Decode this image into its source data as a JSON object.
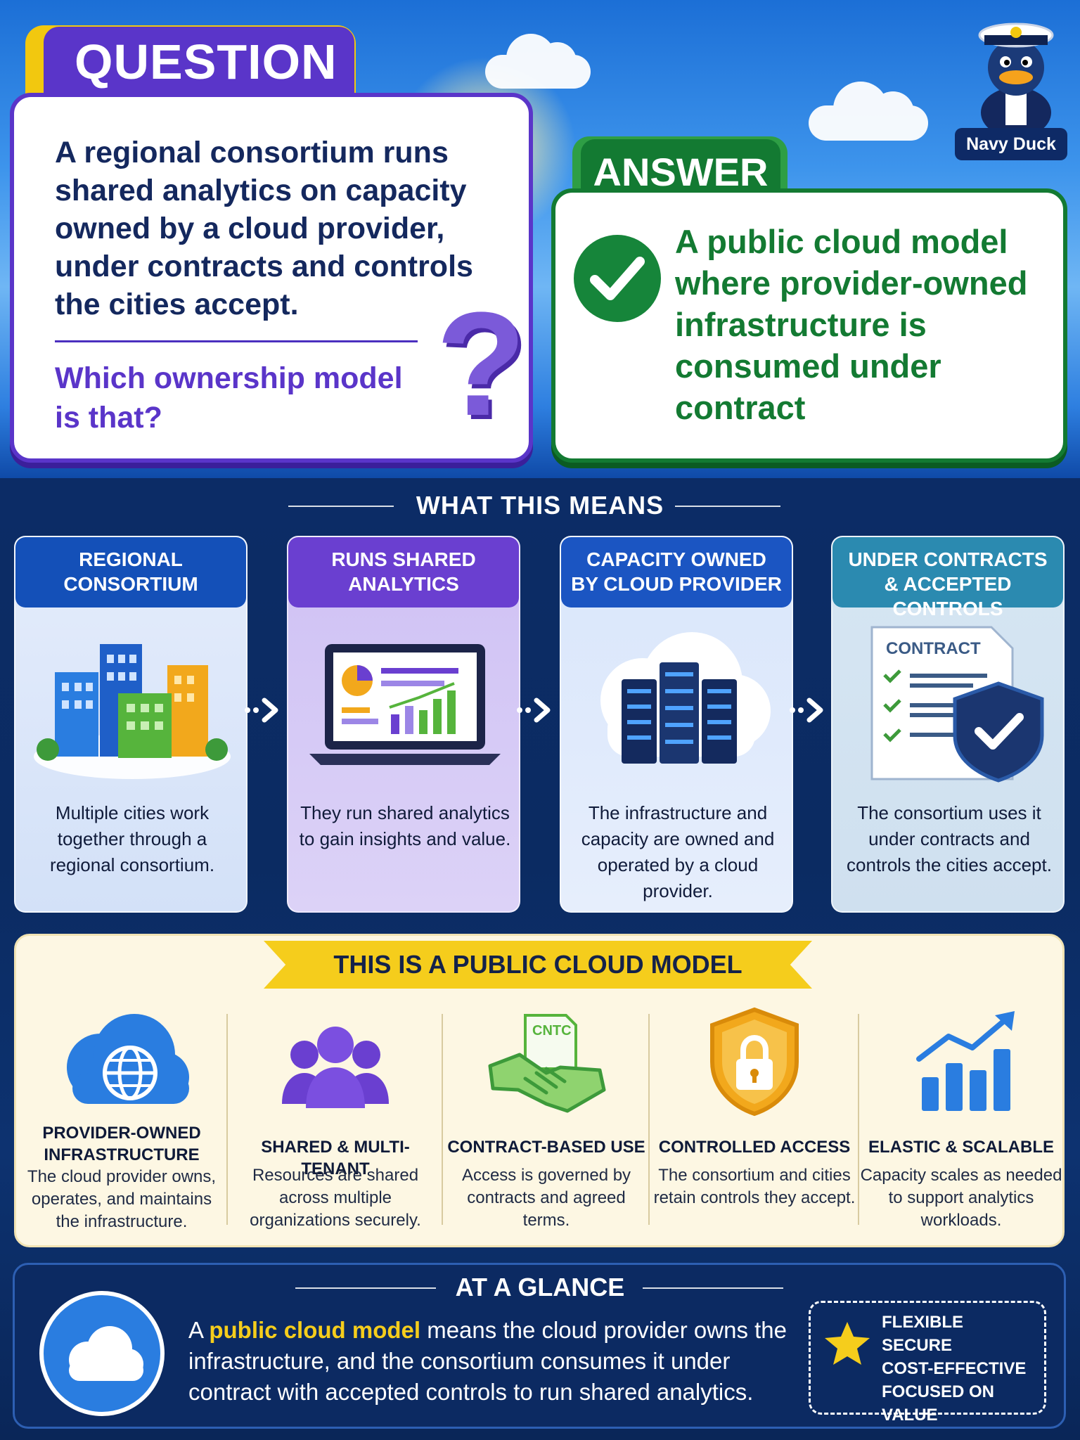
{
  "question": {
    "tab_label": "QUESTION",
    "text": "A regional consortium runs shared analytics on capacity owned by a cloud provider, under contracts and controls the cities accept.",
    "sub": "Which ownership model is that?",
    "mark": "?"
  },
  "answer": {
    "tab_label": "ANSWER",
    "text": "A public cloud model where provider-owned infrastructure is consumed under contract"
  },
  "mascot": {
    "label": "Navy Duck"
  },
  "what_this_means": {
    "title": "WHAT THIS MEANS",
    "steps": [
      {
        "title_1": "REGIONAL",
        "title_2": "CONSORTIUM",
        "desc": "Multiple cities work together through a regional consortium."
      },
      {
        "title_1": "RUNS SHARED",
        "title_2": "ANALYTICS",
        "desc": "They run shared analytics to gain insights and value."
      },
      {
        "title_1": "CAPACITY OWNED",
        "title_2": "BY CLOUD PROVIDER",
        "desc": "The infrastructure and capacity are owned and operated by a cloud provider."
      },
      {
        "title_1": "UNDER CONTRACTS",
        "title_2": "& ACCEPTED CONTROLS",
        "desc": "The consortium uses it under contracts and controls the cities accept.",
        "doc_label": "CONTRACT"
      }
    ]
  },
  "public_cloud": {
    "banner": "THIS IS A PUBLIC CLOUD MODEL",
    "features": [
      {
        "title_1": "PROVIDER-OWNED",
        "title_2": "INFRASTRUCTURE",
        "desc": "The cloud provider owns, operates, and maintains the infrastructure.",
        "icon": "globe-cloud-icon"
      },
      {
        "title_1": "SHARED & MULTI-TENANT",
        "title_2": "",
        "desc": "Resources are shared across multiple organizations securely.",
        "icon": "people-icon"
      },
      {
        "title_1": "CONTRACT-BASED USE",
        "title_2": "",
        "desc": "Access is governed by contracts and agreed terms.",
        "icon": "handshake-icon",
        "doc_label": "CNTC"
      },
      {
        "title_1": "CONTROLLED ACCESS",
        "title_2": "",
        "desc": "The consortium and cities retain controls they accept.",
        "icon": "lock-shield-icon"
      },
      {
        "title_1": "ELASTIC & SCALABLE",
        "title_2": "",
        "desc": "Capacity scales as needed to support analytics workloads.",
        "icon": "growth-chart-icon"
      }
    ]
  },
  "at_a_glance": {
    "title": "AT A GLANCE",
    "text_pre": "A ",
    "text_highlight": "public cloud model",
    "text_post": " means the cloud provider owns the infrastructure, and the consortium consumes it under contract with accepted controls to run shared analytics.",
    "list": [
      "FLEXIBLE",
      "SECURE",
      "COST-EFFECTIVE",
      "FOCUSED ON VALUE"
    ]
  },
  "colors": {
    "question_purple": "#5a35c9",
    "answer_green": "#137a32",
    "banner_yellow": "#f5cd1c",
    "navy": "#0c2a62"
  }
}
